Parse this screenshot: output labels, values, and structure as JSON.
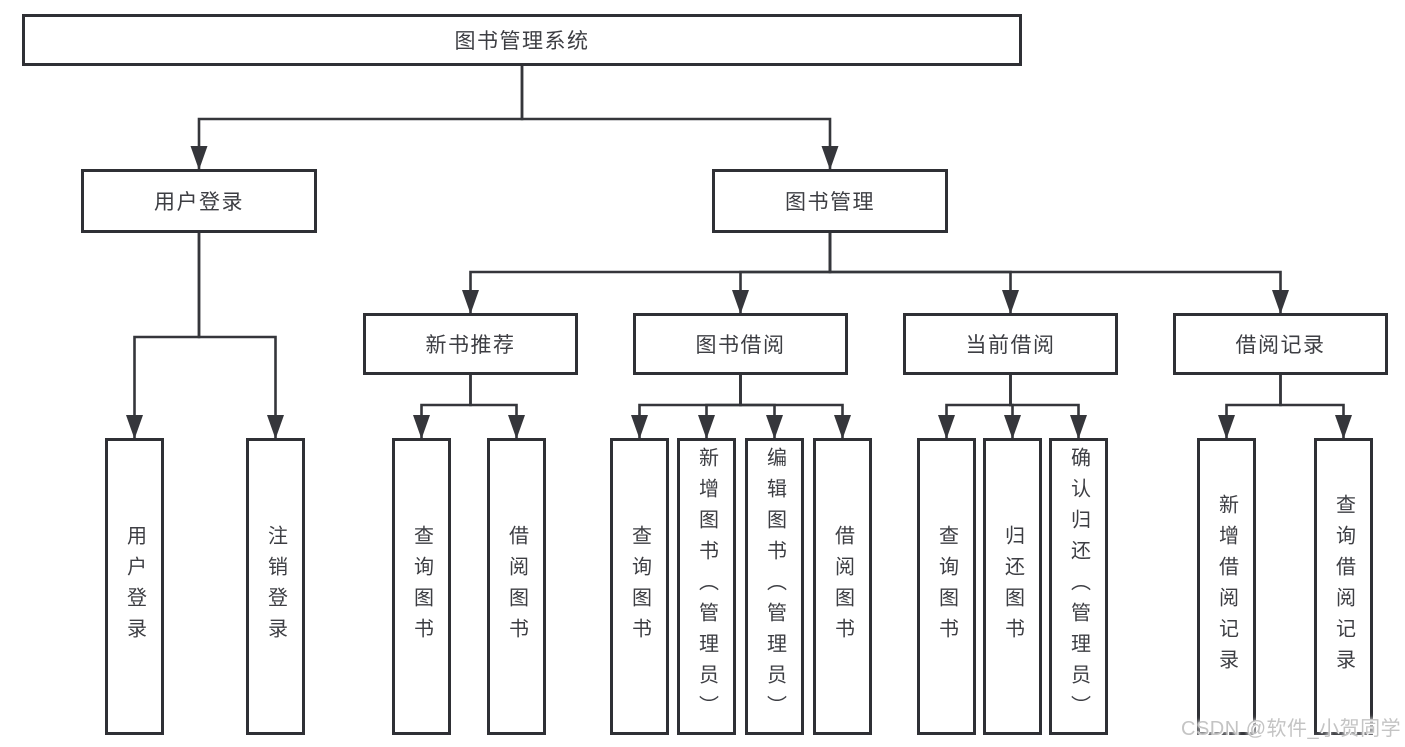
{
  "diagram": {
    "type": "tree",
    "title": "图书管理系统",
    "nodes": {
      "root": {
        "label": "图书管理系统"
      },
      "user_login": {
        "label": "用户登录"
      },
      "book_mgmt": {
        "label": "图书管理"
      },
      "new_book_rec": {
        "label": "新书推荐"
      },
      "book_borrow": {
        "label": "图书借阅"
      },
      "current_borrow": {
        "label": "当前借阅"
      },
      "borrow_records": {
        "label": "借阅记录"
      },
      "leaf_user_login": {
        "label": "用户登录"
      },
      "leaf_logout": {
        "label": "注销登录"
      },
      "leaf_rec_query_book": {
        "label": "查询图书"
      },
      "leaf_rec_borrow_book": {
        "label": "借阅图书"
      },
      "leaf_bb_query_book": {
        "label": "查询图书"
      },
      "leaf_bb_add_book": {
        "label": "新增图书（管理员）"
      },
      "leaf_bb_edit_book": {
        "label": "编辑图书（管理员）"
      },
      "leaf_bb_borrow_book": {
        "label": "借阅图书"
      },
      "leaf_cb_query_book": {
        "label": "查询图书"
      },
      "leaf_cb_return_book": {
        "label": "归还图书"
      },
      "leaf_cb_confirm_return": {
        "label": "确认归还（管理员）"
      },
      "leaf_br_add_record": {
        "label": "新增借阅记录"
      },
      "leaf_br_query_record": {
        "label": "查询借阅记录"
      }
    },
    "edges": [
      [
        "root",
        "user_login"
      ],
      [
        "root",
        "book_mgmt"
      ],
      [
        "user_login",
        "leaf_user_login"
      ],
      [
        "user_login",
        "leaf_logout"
      ],
      [
        "book_mgmt",
        "new_book_rec"
      ],
      [
        "book_mgmt",
        "book_borrow"
      ],
      [
        "book_mgmt",
        "current_borrow"
      ],
      [
        "book_mgmt",
        "borrow_records"
      ],
      [
        "new_book_rec",
        "leaf_rec_query_book"
      ],
      [
        "new_book_rec",
        "leaf_rec_borrow_book"
      ],
      [
        "book_borrow",
        "leaf_bb_query_book"
      ],
      [
        "book_borrow",
        "leaf_bb_add_book"
      ],
      [
        "book_borrow",
        "leaf_bb_edit_book"
      ],
      [
        "book_borrow",
        "leaf_bb_borrow_book"
      ],
      [
        "current_borrow",
        "leaf_cb_query_book"
      ],
      [
        "current_borrow",
        "leaf_cb_return_book"
      ],
      [
        "current_borrow",
        "leaf_cb_confirm_return"
      ],
      [
        "borrow_records",
        "leaf_br_add_record"
      ],
      [
        "borrow_records",
        "leaf_br_query_record"
      ]
    ],
    "colors": {
      "line": "#35363b",
      "border": "#2f3035",
      "text": "#3d3e43",
      "watermark": "#c4c4c4",
      "background": "#ffffff"
    },
    "watermark": "CSDN @软件_小贺同学"
  }
}
